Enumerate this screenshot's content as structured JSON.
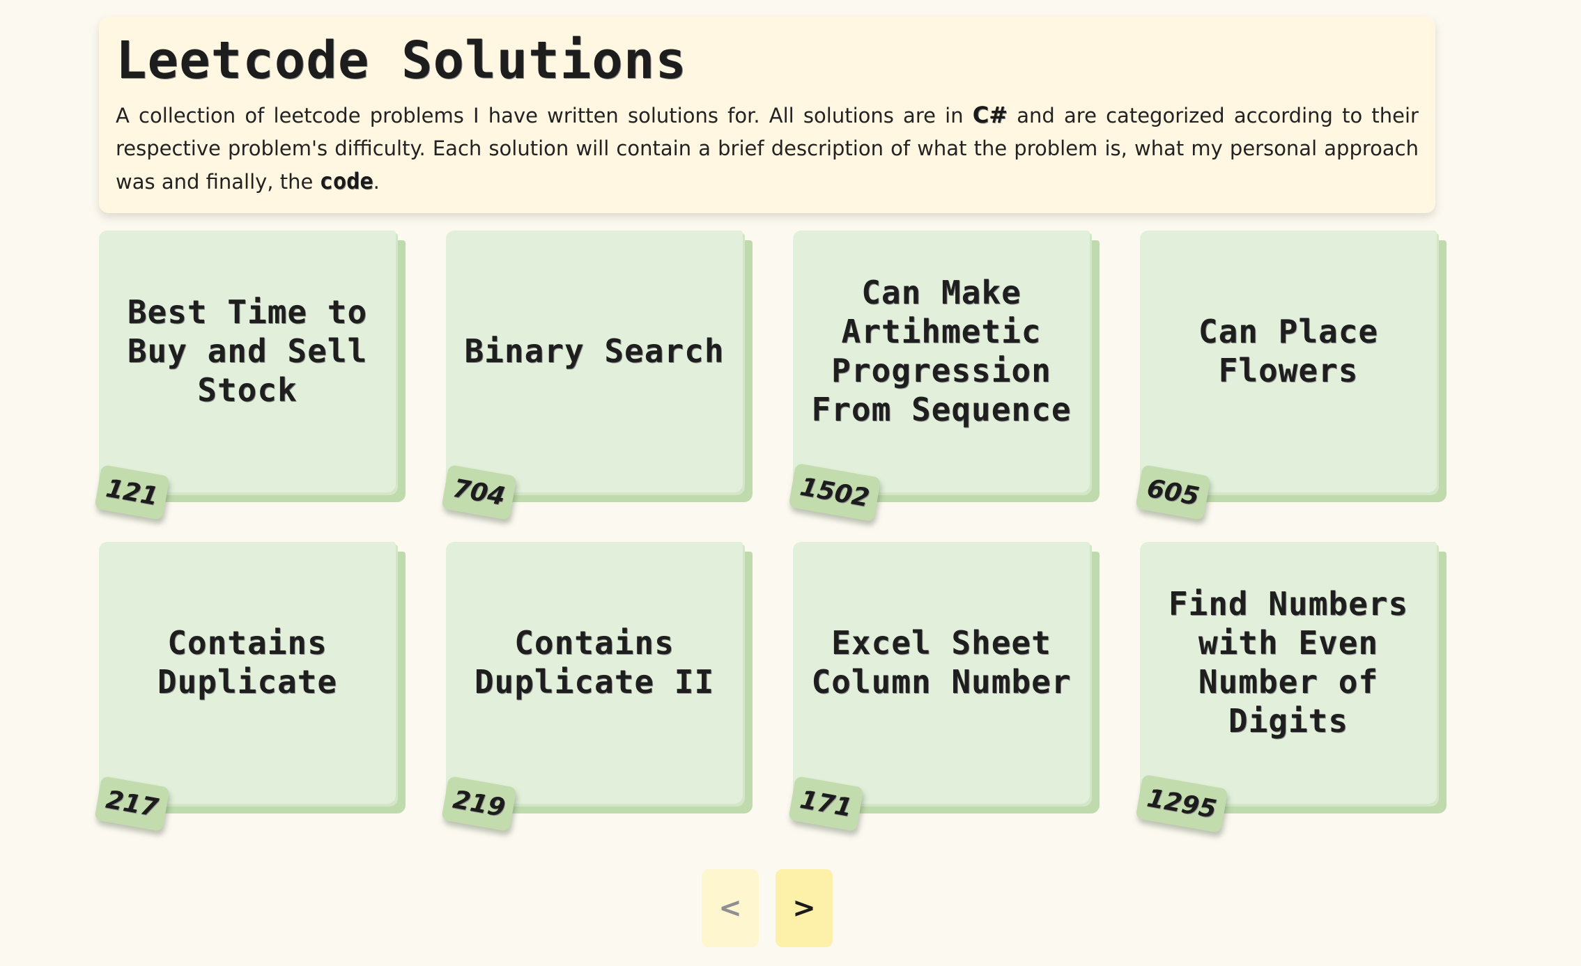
{
  "header": {
    "title": "Leetcode Solutions",
    "intro_before": "A collection of leetcode problems I have written solutions for. All solutions are in ",
    "language": "C#",
    "intro_middle": " and are categorized according to their respective problem's difficulty. Each solution will contain a brief description of what the problem is, what my personal approach was and finally, the ",
    "code_word": "code",
    "intro_after": "."
  },
  "problems": [
    {
      "title": "Best Time to Buy and Sell Stock",
      "number": "121"
    },
    {
      "title": "Binary Search",
      "number": "704"
    },
    {
      "title": "Can Make Artihmetic Progression From Sequence",
      "number": "1502"
    },
    {
      "title": "Can Place Flowers",
      "number": "605"
    },
    {
      "title": "Contains Duplicate",
      "number": "217"
    },
    {
      "title": "Contains Duplicate II",
      "number": "219"
    },
    {
      "title": "Excel Sheet Column Number",
      "number": "171"
    },
    {
      "title": "Find Numbers with Even Number of Digits",
      "number": "1295"
    }
  ],
  "pagination": {
    "prev_label": "<",
    "next_label": ">"
  }
}
